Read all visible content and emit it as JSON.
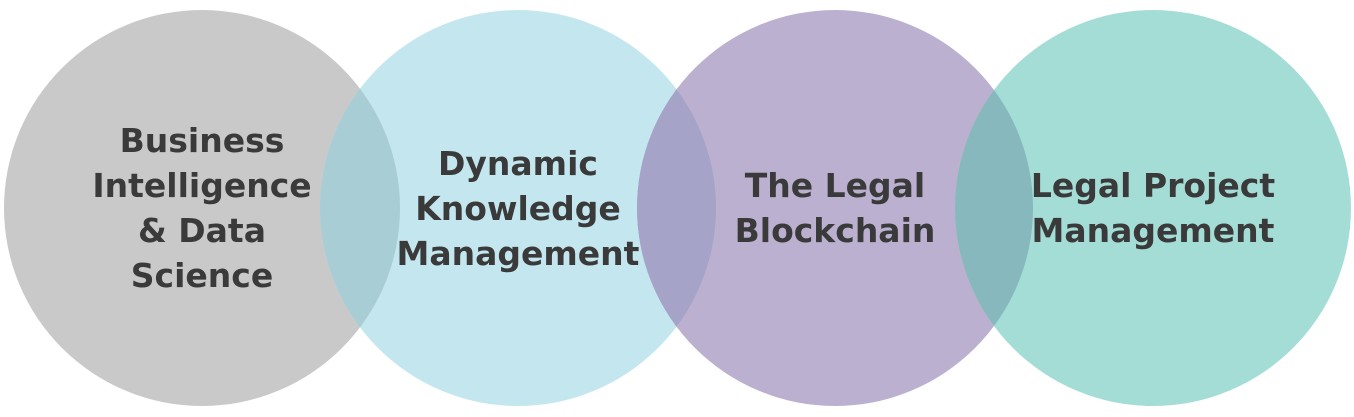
{
  "diagram": {
    "items": [
      {
        "label": "Business\nIntelligence\n& Data\nScience",
        "color": "#c9c9c9"
      },
      {
        "label": "Dynamic\nKnowledge\nManagement",
        "color": "#c4e7ef"
      },
      {
        "label": "The Legal\nBlockchain",
        "color": "#bcb0d0"
      },
      {
        "label": "Legal Project\nManagement",
        "color": "#a4ddd6"
      }
    ],
    "overlap_colors": [
      "#a8cdd4",
      "#a5a4c8",
      "#86b8bd"
    ],
    "text_color": "#3a3a3a"
  }
}
